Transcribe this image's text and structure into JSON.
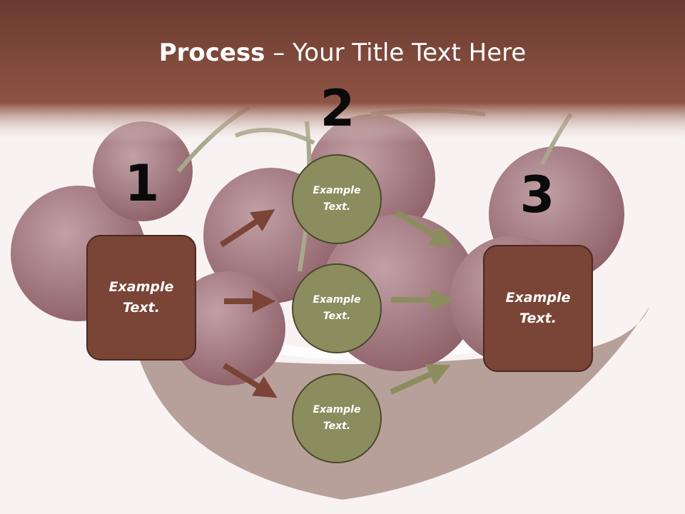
{
  "title": {
    "bold": "Process",
    "rest": " – Your Title Text Here"
  },
  "steps": [
    {
      "number": "1",
      "label": "Example\nText."
    },
    {
      "number": "2",
      "label": "Example\nText."
    },
    {
      "number": "3",
      "label": "Example\nText."
    }
  ],
  "middle_nodes": [
    {
      "label": "Example\nText."
    },
    {
      "label": "Example\nText."
    },
    {
      "label": "Example\nText."
    }
  ],
  "colors": {
    "header": "#7a4436",
    "box": "#7a4436",
    "circle": "#8b8d5f",
    "arrow_left": "#7a4436",
    "arrow_right": "#8b8d5f"
  }
}
